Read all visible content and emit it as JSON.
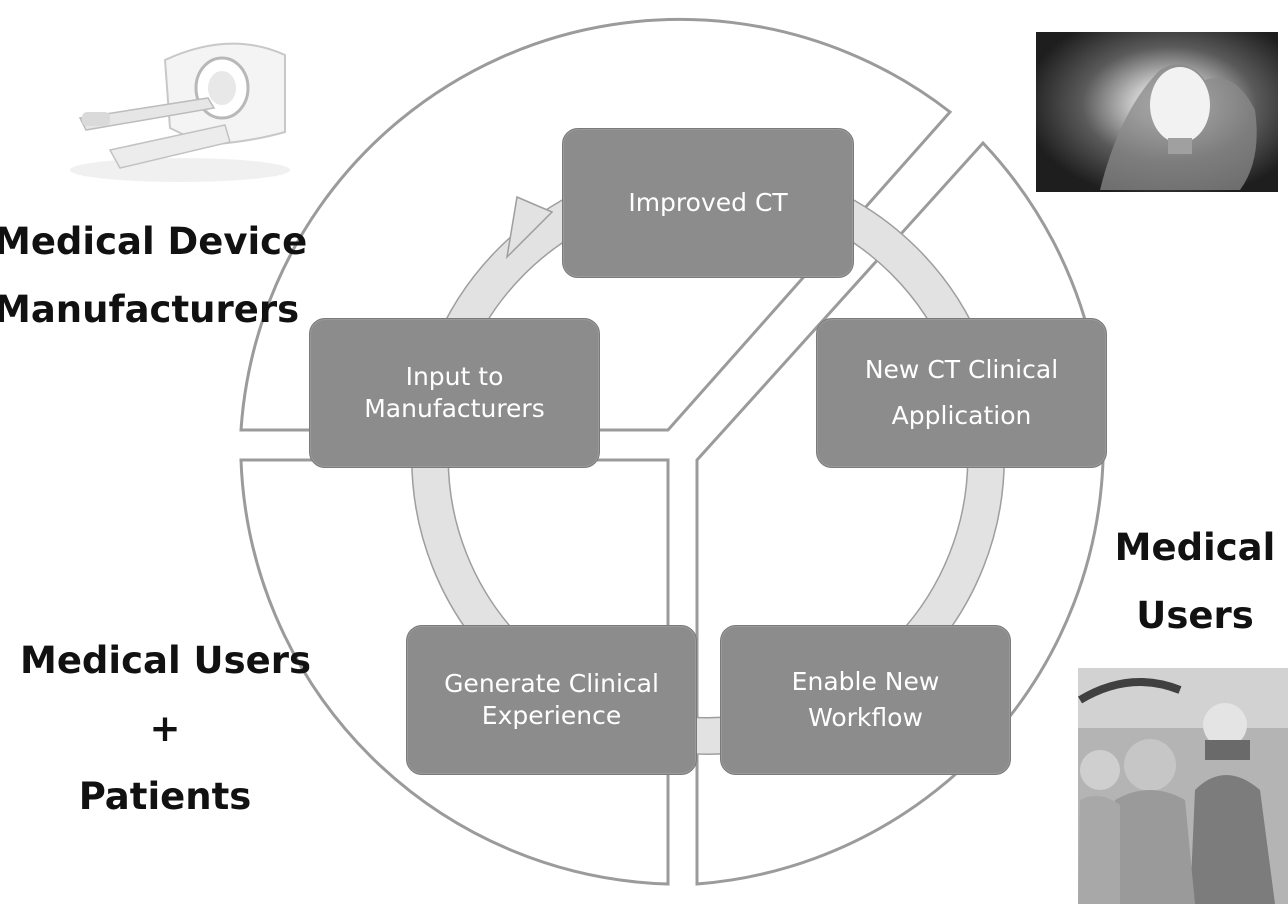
{
  "cycle_steps": [
    {
      "line1": "Improved CT",
      "line2": ""
    },
    {
      "line1": "New CT Clinical",
      "line2": "Application"
    },
    {
      "line1": "Enable New",
      "line2": "Workflow"
    },
    {
      "line1": "Generate Clinical",
      "line2": "Experience"
    },
    {
      "line1": "Input to",
      "line2": "Manufacturers"
    }
  ],
  "groups": {
    "manufacturers": {
      "line1": "Medical Device",
      "line2": "Manufacturers"
    },
    "medical_users": {
      "line1": "Medical",
      "line2": "Users"
    },
    "users_patients": {
      "line1": "Medical Users",
      "line2": "+",
      "line3": "Patients"
    }
  },
  "images": {
    "manufacturers": "ct-scanner",
    "innovation": "light-bulb-in-hands",
    "medical_users": "surgical-team"
  },
  "colors": {
    "box_fill": "#8c8c8c",
    "box_text": "#ffffff",
    "ring": "#e0e0e0",
    "outline": "#999999",
    "label_text": "#111111"
  }
}
